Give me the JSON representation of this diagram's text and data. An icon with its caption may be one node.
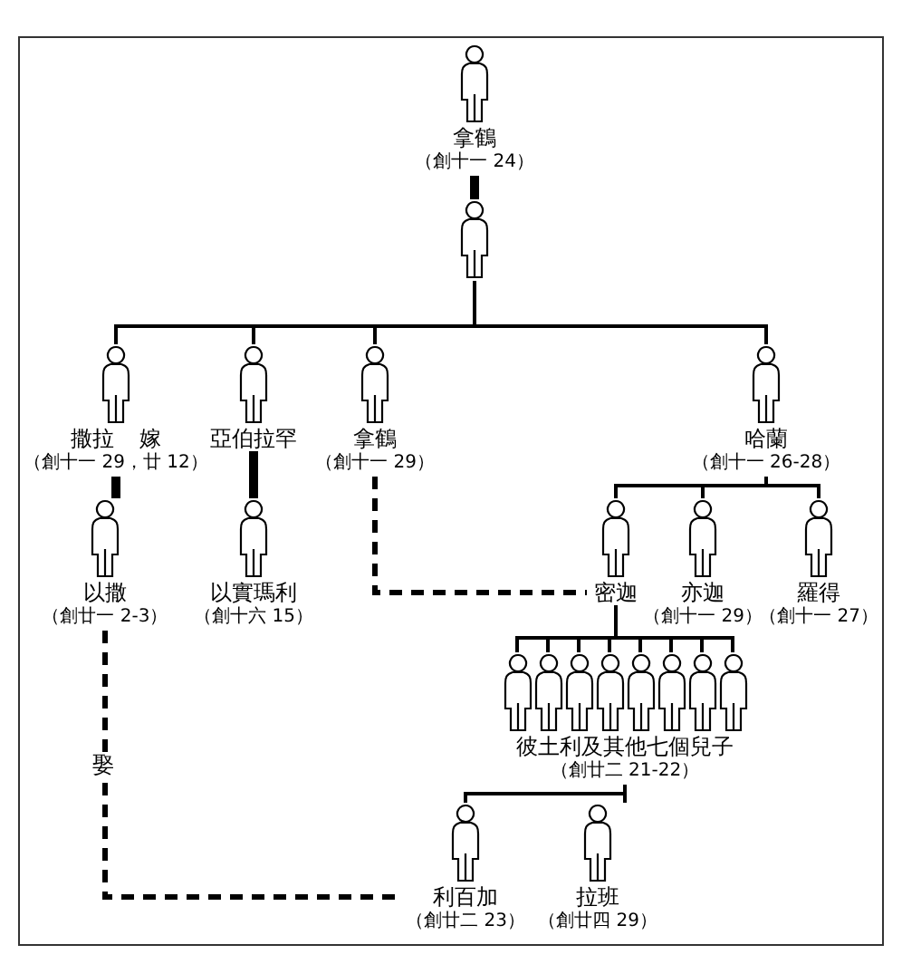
{
  "diagram": {
    "nodes": [
      {
        "text": [
          "拿鶴",
          "（創十一 24）"
        ]
      },
      {
        "text": [],
        "shape": "person"
      },
      {
        "text": [
          "撒拉",
          "嫁",
          "（創十一 29，廿 12）"
        ]
      },
      {
        "text": [
          "亞伯拉罕"
        ]
      },
      {
        "text": [
          "拿鶴",
          "（創十一 29）"
        ]
      },
      {
        "text": [
          "哈蘭",
          "（創十一 26-28）"
        ]
      },
      {
        "text": [
          "以撒",
          "（創廿一 2-3）"
        ]
      },
      {
        "text": [
          "以實瑪利",
          "（創十六 15）"
        ]
      },
      {
        "text": [
          "密迦"
        ]
      },
      {
        "text": [
          "亦迦",
          "（創十一 29）"
        ]
      },
      {
        "text": [
          "羅得",
          "（創十一 27）"
        ]
      },
      {
        "text": [
          "彼土利及其他七個兒子",
          "（創廿二 21-22）"
        ]
      },
      {
        "text": [
          "利百加",
          "（創廿二 23）"
        ]
      },
      {
        "text": [
          "拉班",
          "（創廿四 29）"
        ]
      }
    ],
    "edges": [
      {
        "from": 0,
        "to": 1,
        "arrow": "none",
        "style": "thick"
      },
      {
        "from": 1,
        "to": 2,
        "arrow": "none"
      },
      {
        "from": 1,
        "to": 3,
        "arrow": "none"
      },
      {
        "from": 1,
        "to": 4,
        "arrow": "none"
      },
      {
        "from": 1,
        "to": 5,
        "arrow": "none"
      },
      {
        "from": 2,
        "to": 6,
        "arrow": "none",
        "style": "thick"
      },
      {
        "from": 3,
        "to": 7,
        "arrow": "none",
        "style": "thick"
      },
      {
        "from": 4,
        "to": 8,
        "arrow": "none",
        "style": "dashed"
      },
      {
        "from": 5,
        "to": 8,
        "arrow": "none"
      },
      {
        "from": 5,
        "to": 9,
        "arrow": "none"
      },
      {
        "from": 5,
        "to": 10,
        "arrow": "none"
      },
      {
        "from": 8,
        "to": 11,
        "arrow": "none"
      },
      {
        "from": 11,
        "to": 12,
        "arrow": "none"
      },
      {
        "from": 11,
        "to": 13,
        "arrow": "none"
      },
      {
        "from": 6,
        "to": 12,
        "arrow": "none",
        "style": "dashed",
        "label": "娶"
      }
    ]
  }
}
